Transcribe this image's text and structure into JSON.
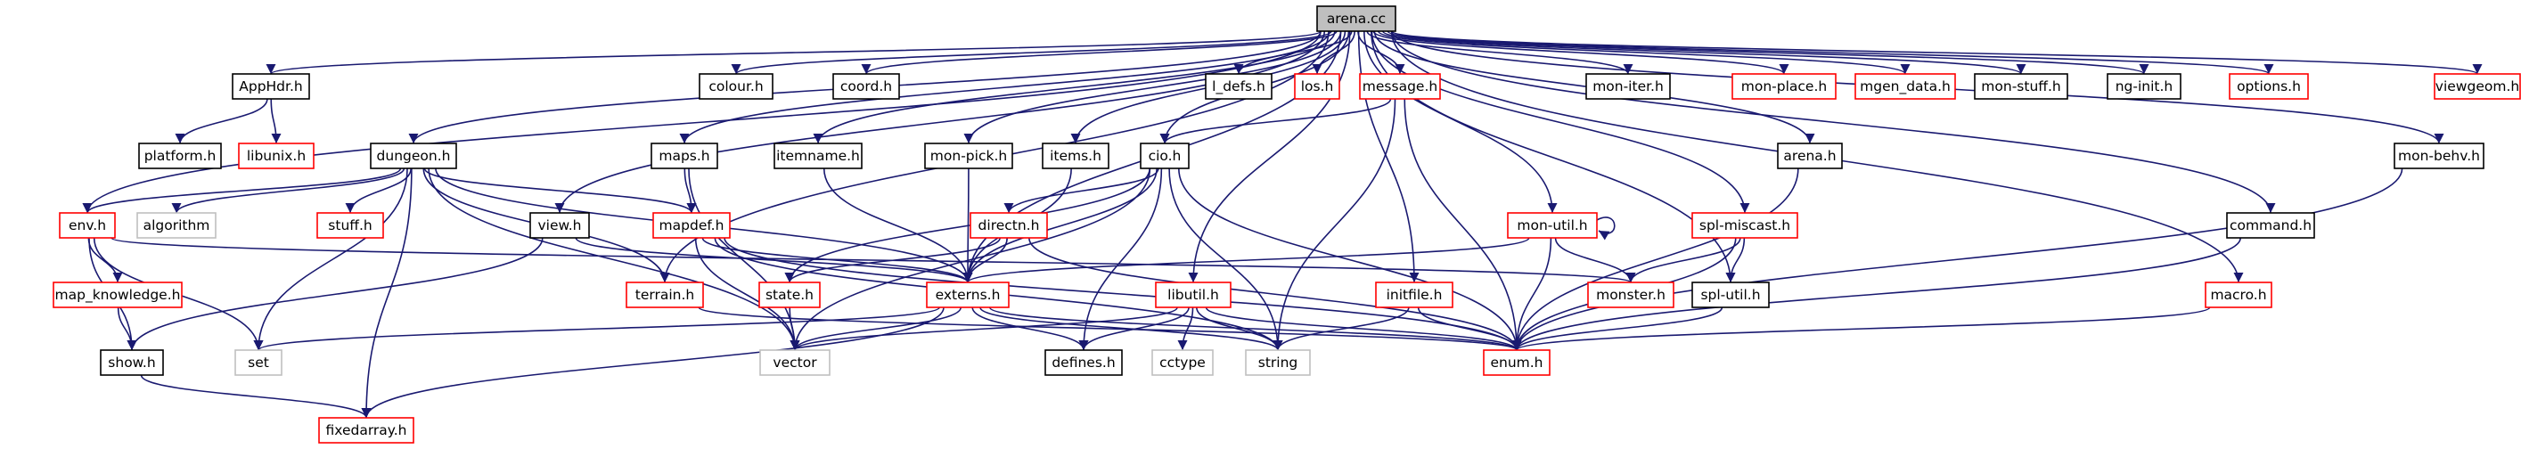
{
  "graph": {
    "colors": {
      "background": "#ffffff",
      "edge": "#191970",
      "root_fill": "#bfbfbf",
      "border_default": "#000000",
      "border_undocumented": "#ff0000",
      "border_system": "#bfbfbf"
    },
    "nodes": [
      {
        "id": "arena_cc",
        "label": "arena.cc",
        "kind": "root"
      },
      {
        "id": "apphdr_h",
        "label": "AppHdr.h",
        "kind": "file"
      },
      {
        "id": "colour_h",
        "label": "colour.h",
        "kind": "file"
      },
      {
        "id": "coord_h",
        "label": "coord.h",
        "kind": "file"
      },
      {
        "id": "l_defs_h",
        "label": "l_defs.h",
        "kind": "file"
      },
      {
        "id": "los_h",
        "label": "los.h",
        "kind": "undocumented"
      },
      {
        "id": "message_h",
        "label": "message.h",
        "kind": "undocumented"
      },
      {
        "id": "mon_iter_h",
        "label": "mon-iter.h",
        "kind": "file"
      },
      {
        "id": "mon_place_h",
        "label": "mon-place.h",
        "kind": "undocumented"
      },
      {
        "id": "mgen_data_h",
        "label": "mgen_data.h",
        "kind": "undocumented"
      },
      {
        "id": "mon_stuff_h",
        "label": "mon-stuff.h",
        "kind": "file"
      },
      {
        "id": "ng_init_h",
        "label": "ng-init.h",
        "kind": "file"
      },
      {
        "id": "options_h",
        "label": "options.h",
        "kind": "undocumented"
      },
      {
        "id": "viewgeom_h",
        "label": "viewgeom.h",
        "kind": "undocumented"
      },
      {
        "id": "platform_h",
        "label": "platform.h",
        "kind": "file"
      },
      {
        "id": "libunix_h",
        "label": "libunix.h",
        "kind": "undocumented"
      },
      {
        "id": "dungeon_h",
        "label": "dungeon.h",
        "kind": "file"
      },
      {
        "id": "maps_h",
        "label": "maps.h",
        "kind": "file"
      },
      {
        "id": "itemname_h",
        "label": "itemname.h",
        "kind": "file"
      },
      {
        "id": "mon_pick_h",
        "label": "mon-pick.h",
        "kind": "file"
      },
      {
        "id": "items_h",
        "label": "items.h",
        "kind": "file"
      },
      {
        "id": "cio_h",
        "label": "cio.h",
        "kind": "file"
      },
      {
        "id": "arena_h",
        "label": "arena.h",
        "kind": "file"
      },
      {
        "id": "mon_behv_h",
        "label": "mon-behv.h",
        "kind": "file"
      },
      {
        "id": "env_h",
        "label": "env.h",
        "kind": "undocumented"
      },
      {
        "id": "algorithm",
        "label": "algorithm",
        "kind": "system"
      },
      {
        "id": "stuff_h",
        "label": "stuff.h",
        "kind": "undocumented"
      },
      {
        "id": "view_h",
        "label": "view.h",
        "kind": "file"
      },
      {
        "id": "mapdef_h",
        "label": "mapdef.h",
        "kind": "undocumented"
      },
      {
        "id": "directn_h",
        "label": "directn.h",
        "kind": "undocumented"
      },
      {
        "id": "mon_util_h",
        "label": "mon-util.h",
        "kind": "undocumented"
      },
      {
        "id": "spl_miscast_h",
        "label": "spl-miscast.h",
        "kind": "undocumented"
      },
      {
        "id": "command_h",
        "label": "command.h",
        "kind": "file"
      },
      {
        "id": "map_knowledge_h",
        "label": "map_knowledge.h",
        "kind": "undocumented"
      },
      {
        "id": "terrain_h",
        "label": "terrain.h",
        "kind": "undocumented"
      },
      {
        "id": "state_h",
        "label": "state.h",
        "kind": "undocumented"
      },
      {
        "id": "externs_h",
        "label": "externs.h",
        "kind": "undocumented"
      },
      {
        "id": "libutil_h",
        "label": "libutil.h",
        "kind": "undocumented"
      },
      {
        "id": "initfile_h",
        "label": "initfile.h",
        "kind": "undocumented"
      },
      {
        "id": "monster_h",
        "label": "monster.h",
        "kind": "undocumented"
      },
      {
        "id": "spl_util_h",
        "label": "spl-util.h",
        "kind": "file"
      },
      {
        "id": "macro_h",
        "label": "macro.h",
        "kind": "undocumented"
      },
      {
        "id": "show_h",
        "label": "show.h",
        "kind": "file"
      },
      {
        "id": "set",
        "label": "set",
        "kind": "system"
      },
      {
        "id": "vector",
        "label": "vector",
        "kind": "system"
      },
      {
        "id": "defines_h",
        "label": "defines.h",
        "kind": "file"
      },
      {
        "id": "cctype",
        "label": "cctype",
        "kind": "system"
      },
      {
        "id": "string",
        "label": "string",
        "kind": "system"
      },
      {
        "id": "enum_h",
        "label": "enum.h",
        "kind": "undocumented"
      },
      {
        "id": "fixedarray_h",
        "label": "fixedarray.h",
        "kind": "undocumented"
      }
    ],
    "edges": [
      [
        "arena_cc",
        "apphdr_h"
      ],
      [
        "arena_cc",
        "colour_h"
      ],
      [
        "arena_cc",
        "coord_h"
      ],
      [
        "arena_cc",
        "l_defs_h"
      ],
      [
        "arena_cc",
        "los_h"
      ],
      [
        "arena_cc",
        "message_h"
      ],
      [
        "arena_cc",
        "mon_iter_h"
      ],
      [
        "arena_cc",
        "mon_place_h"
      ],
      [
        "arena_cc",
        "mgen_data_h"
      ],
      [
        "arena_cc",
        "mon_stuff_h"
      ],
      [
        "arena_cc",
        "ng_init_h"
      ],
      [
        "arena_cc",
        "options_h"
      ],
      [
        "arena_cc",
        "viewgeom_h"
      ],
      [
        "arena_cc",
        "dungeon_h"
      ],
      [
        "arena_cc",
        "maps_h"
      ],
      [
        "arena_cc",
        "itemname_h"
      ],
      [
        "arena_cc",
        "mon_pick_h"
      ],
      [
        "arena_cc",
        "items_h"
      ],
      [
        "arena_cc",
        "cio_h"
      ],
      [
        "arena_cc",
        "arena_h"
      ],
      [
        "arena_cc",
        "mon_behv_h"
      ],
      [
        "arena_cc",
        "env_h"
      ],
      [
        "arena_cc",
        "view_h"
      ],
      [
        "arena_cc",
        "mon_util_h"
      ],
      [
        "arena_cc",
        "spl_miscast_h"
      ],
      [
        "arena_cc",
        "command_h"
      ],
      [
        "arena_cc",
        "terrain_h"
      ],
      [
        "arena_cc",
        "libutil_h"
      ],
      [
        "arena_cc",
        "initfile_h"
      ],
      [
        "arena_cc",
        "spl_util_h"
      ],
      [
        "arena_cc",
        "macro_h"
      ],
      [
        "arena_cc",
        "externs_h"
      ],
      [
        "apphdr_h",
        "platform_h"
      ],
      [
        "apphdr_h",
        "libunix_h"
      ],
      [
        "message_h",
        "cio_h"
      ],
      [
        "message_h",
        "string"
      ],
      [
        "message_h",
        "enum_h"
      ],
      [
        "dungeon_h",
        "env_h"
      ],
      [
        "dungeon_h",
        "algorithm"
      ],
      [
        "dungeon_h",
        "stuff_h"
      ],
      [
        "dungeon_h",
        "mapdef_h"
      ],
      [
        "dungeon_h",
        "externs_h"
      ],
      [
        "dungeon_h",
        "terrain_h"
      ],
      [
        "dungeon_h",
        "set"
      ],
      [
        "dungeon_h",
        "vector"
      ],
      [
        "dungeon_h",
        "fixedarray_h"
      ],
      [
        "maps_h",
        "mapdef_h"
      ],
      [
        "maps_h",
        "vector"
      ],
      [
        "itemname_h",
        "externs_h"
      ],
      [
        "mon_pick_h",
        "externs_h"
      ],
      [
        "items_h",
        "externs_h"
      ],
      [
        "cio_h",
        "directn_h"
      ],
      [
        "cio_h",
        "externs_h"
      ],
      [
        "cio_h",
        "defines_h"
      ],
      [
        "cio_h",
        "string"
      ],
      [
        "cio_h",
        "enum_h"
      ],
      [
        "cio_h",
        "vector"
      ],
      [
        "cio_h",
        "state_h"
      ],
      [
        "arena_h",
        "enum_h"
      ],
      [
        "mon_behv_h",
        "enum_h"
      ],
      [
        "env_h",
        "map_knowledge_h"
      ],
      [
        "env_h",
        "show_h"
      ],
      [
        "env_h",
        "set"
      ],
      [
        "env_h",
        "monster_h"
      ],
      [
        "view_h",
        "externs_h"
      ],
      [
        "view_h",
        "show_h"
      ],
      [
        "mapdef_h",
        "externs_h"
      ],
      [
        "mapdef_h",
        "vector"
      ],
      [
        "mapdef_h",
        "enum_h"
      ],
      [
        "mapdef_h",
        "string"
      ],
      [
        "directn_h",
        "externs_h"
      ],
      [
        "directn_h",
        "state_h"
      ],
      [
        "directn_h",
        "enum_h"
      ],
      [
        "mon_util_h",
        "mon_util_h"
      ],
      [
        "mon_util_h",
        "externs_h"
      ],
      [
        "mon_util_h",
        "monster_h"
      ],
      [
        "mon_util_h",
        "enum_h"
      ],
      [
        "spl_miscast_h",
        "monster_h"
      ],
      [
        "spl_miscast_h",
        "spl_util_h"
      ],
      [
        "spl_miscast_h",
        "enum_h"
      ],
      [
        "command_h",
        "enum_h"
      ],
      [
        "map_knowledge_h",
        "show_h"
      ],
      [
        "terrain_h",
        "enum_h"
      ],
      [
        "state_h",
        "vector"
      ],
      [
        "externs_h",
        "set"
      ],
      [
        "externs_h",
        "vector"
      ],
      [
        "externs_h",
        "defines_h"
      ],
      [
        "externs_h",
        "string"
      ],
      [
        "externs_h",
        "enum_h"
      ],
      [
        "externs_h",
        "fixedarray_h"
      ],
      [
        "libutil_h",
        "defines_h"
      ],
      [
        "libutil_h",
        "cctype"
      ],
      [
        "libutil_h",
        "string"
      ],
      [
        "libutil_h",
        "vector"
      ],
      [
        "libutil_h",
        "enum_h"
      ],
      [
        "initfile_h",
        "string"
      ],
      [
        "initfile_h",
        "enum_h"
      ],
      [
        "spl_util_h",
        "enum_h"
      ],
      [
        "macro_h",
        "enum_h"
      ],
      [
        "show_h",
        "fixedarray_h"
      ]
    ]
  }
}
